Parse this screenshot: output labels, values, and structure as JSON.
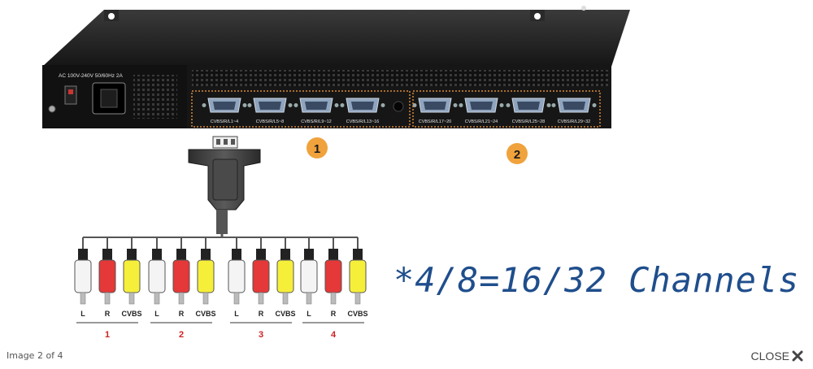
{
  "device": {
    "power_label": "AC 100V-240V 50/60Hz 2A",
    "group1_ports": [
      "CVBS/R/L1~4",
      "CVBS/R/L5~8",
      "CVBS/R/L9~12",
      "CVBS/R/L13~16"
    ],
    "group2_ports": [
      "CVBS/R/L17~20",
      "CVBS/R/L21~24",
      "CVBS/R/L25~28",
      "CVBS/R/L29~32"
    ],
    "group_badges": [
      "1",
      "2"
    ]
  },
  "cable": {
    "connector_labels": [
      "L",
      "R",
      "CVBS"
    ],
    "connector_colors": [
      "#f4f4f4",
      "#e53838",
      "#f6ef3a"
    ],
    "set_numbers": [
      "1",
      "2",
      "3",
      "4"
    ]
  },
  "headline": "*4/8=16/32 Channels",
  "footer": {
    "caption": "Image 2 of 4",
    "close_label": "CLOSE"
  },
  "colors": {
    "badge": "#f0a23c",
    "chassis": "#1a1a1a",
    "dotted_outline": "#d98a3a",
    "set_number": "#cc2222",
    "headline": "#1f4e8c"
  }
}
